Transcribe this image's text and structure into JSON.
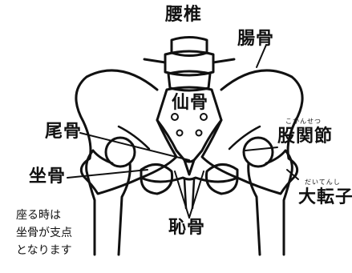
{
  "labels": {
    "lumbar": "腰椎",
    "ilium": "腸骨",
    "sacrum": "仙骨",
    "coccyx": "尾骨",
    "hip_joint": "股関節",
    "hip_joint_reading": "こかんせつ",
    "greater_trochanter": "大転子",
    "greater_trochanter_reading": "だいてんし",
    "ischium": "坐骨",
    "pubis": "恥骨"
  },
  "note": {
    "lines": [
      "座る時は",
      "坐骨が支点",
      "となります"
    ]
  },
  "colors": {
    "line": "#111111",
    "background": "#ffffff"
  }
}
